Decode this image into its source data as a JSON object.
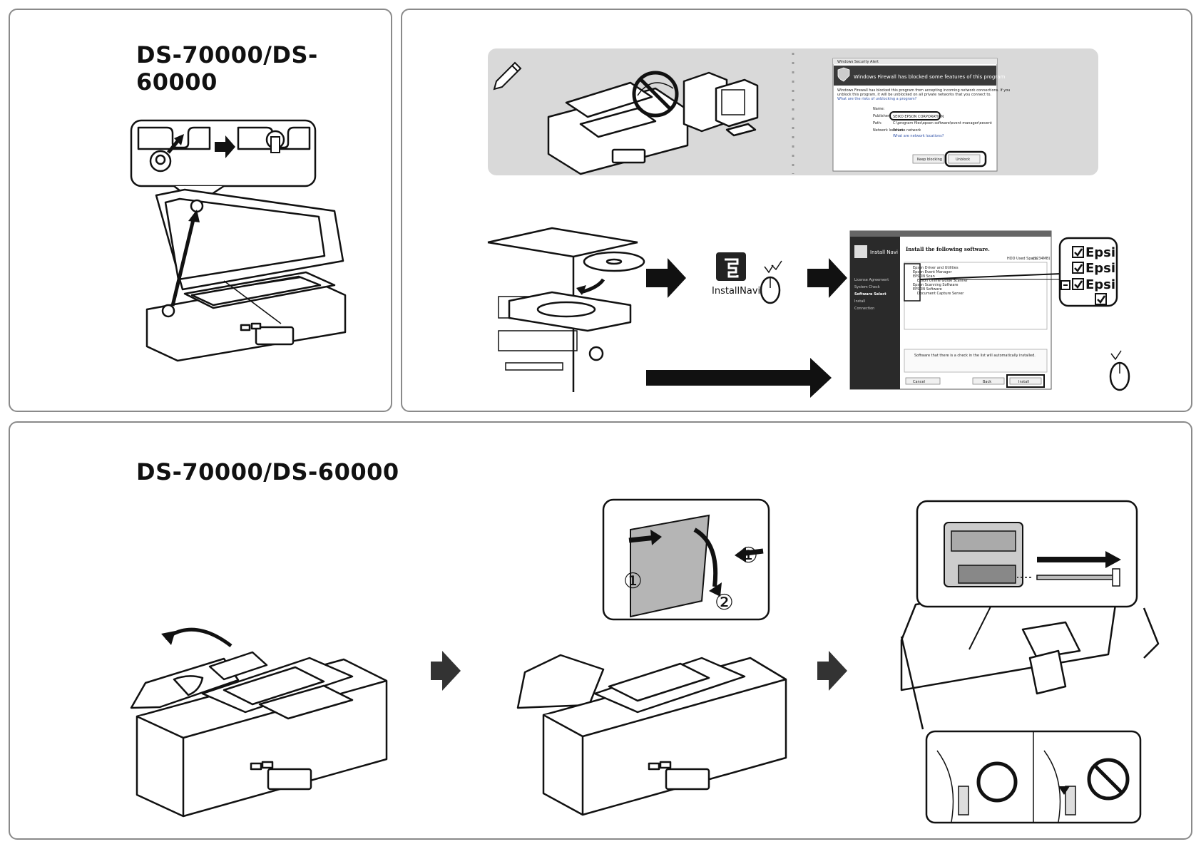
{
  "panel_a": {
    "model_title": "DS-70000/DS-60000"
  },
  "panel_b": {
    "firewall_dialog": {
      "window_title": "Windows Security Alert",
      "header": "Windows Firewall has blocked some features of this program",
      "body_line1": "Windows Firewall has blocked this program from accepting incoming network connections. If you",
      "body_line2": "unblock this program, it will be unblocked on all private networks that you connect to.",
      "link_risks": "What are the risks of unblocking a program?",
      "name_label": "Name:",
      "publisher_label": "Publisher:",
      "publisher_value": "SEIKO EPSON CORPORATION",
      "path_label": "Path:",
      "path_value": "C:\\program files\\epson software\\event manager\\eevent",
      "network_label": "Network location:",
      "network_value": "Private network",
      "network_link": "What are network locations?",
      "keep_blocking_button": "Keep blocking",
      "unblock_button": "Unblock"
    },
    "installnavi_icon_label": "InstallNavi",
    "installer": {
      "brand_title": "Install Navi",
      "heading": "Install the following software.",
      "col_space": "HDD Used Space",
      "col_size": "(1234MB)",
      "nav_items": [
        "License Agreement",
        "System Check",
        "Software Select",
        "Install",
        "Connection"
      ],
      "software_items": [
        "Epson Driver and Utilities",
        "Epson Event Manager",
        "EPSON Scan",
        "Epson Online Guide Scanner",
        "Epson Scanning Software",
        "EPSON Software",
        "Document Capture Server"
      ],
      "note": "Software that there is a check in the list will automatically installed.",
      "cancel_button": "Cancel",
      "back_button": "Back",
      "install_button": "Install"
    },
    "checkbox_zoom_labels": [
      "Epsi",
      "Epsi",
      "Epsi"
    ]
  },
  "panel_c": {
    "model_title": "DS-70000/DS-60000",
    "step_marks": [
      "①",
      "①",
      "②"
    ]
  },
  "colors": {
    "border": "#8a8a8a",
    "note_box_bg": "#d9d9d9",
    "installer_sidebar": "#2a2a2a",
    "dialog_header": "#3a3a3a",
    "arrow": "#111111"
  }
}
